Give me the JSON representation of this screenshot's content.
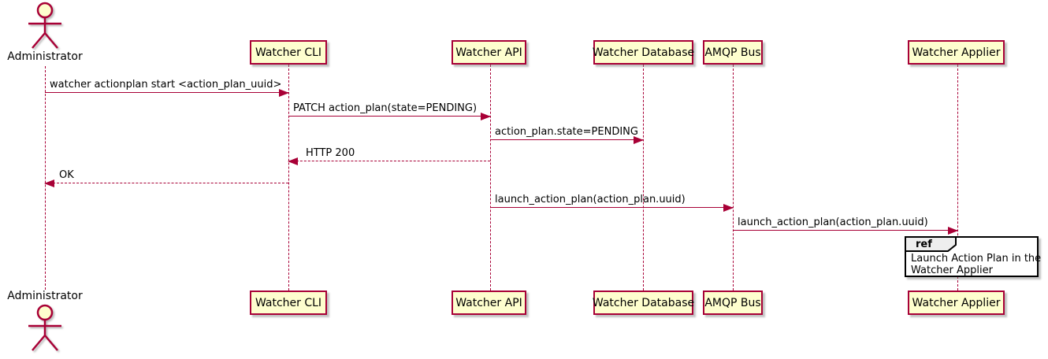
{
  "diagram": {
    "type": "sequence",
    "actor": {
      "name": "Administrator"
    },
    "participants": [
      {
        "label": "Watcher CLI"
      },
      {
        "label": "Watcher API"
      },
      {
        "label": "Watcher Database"
      },
      {
        "label": "AMQP Bus"
      },
      {
        "label": "Watcher Applier"
      }
    ],
    "messages": [
      {
        "from": "Administrator",
        "to": "Watcher CLI",
        "text": "watcher actionplan start <action_plan_uuid>",
        "style": "solid"
      },
      {
        "from": "Watcher CLI",
        "to": "Watcher API",
        "text": "PATCH action_plan(state=PENDING)",
        "style": "solid"
      },
      {
        "from": "Watcher API",
        "to": "Watcher Database",
        "text": "action_plan.state=PENDING",
        "style": "solid"
      },
      {
        "from": "Watcher API",
        "to": "Watcher CLI",
        "text": "HTTP 200",
        "style": "dashed"
      },
      {
        "from": "Watcher CLI",
        "to": "Administrator",
        "text": "OK",
        "style": "dashed"
      },
      {
        "from": "Watcher API",
        "to": "AMQP Bus",
        "text": "launch_action_plan(action_plan.uuid)",
        "style": "solid"
      },
      {
        "from": "AMQP Bus",
        "to": "Watcher Applier",
        "text": "launch_action_plan(action_plan.uuid)",
        "style": "solid"
      }
    ],
    "ref": {
      "keyword": "ref",
      "over": "Watcher Applier",
      "lines": [
        "Launch Action Plan in the",
        "Watcher Applier"
      ]
    },
    "colors": {
      "participant_fill": "#FEFECE",
      "stroke": "#A80036",
      "ref_tab_fill": "#EEEEEE",
      "ref_border": "#000000"
    }
  }
}
